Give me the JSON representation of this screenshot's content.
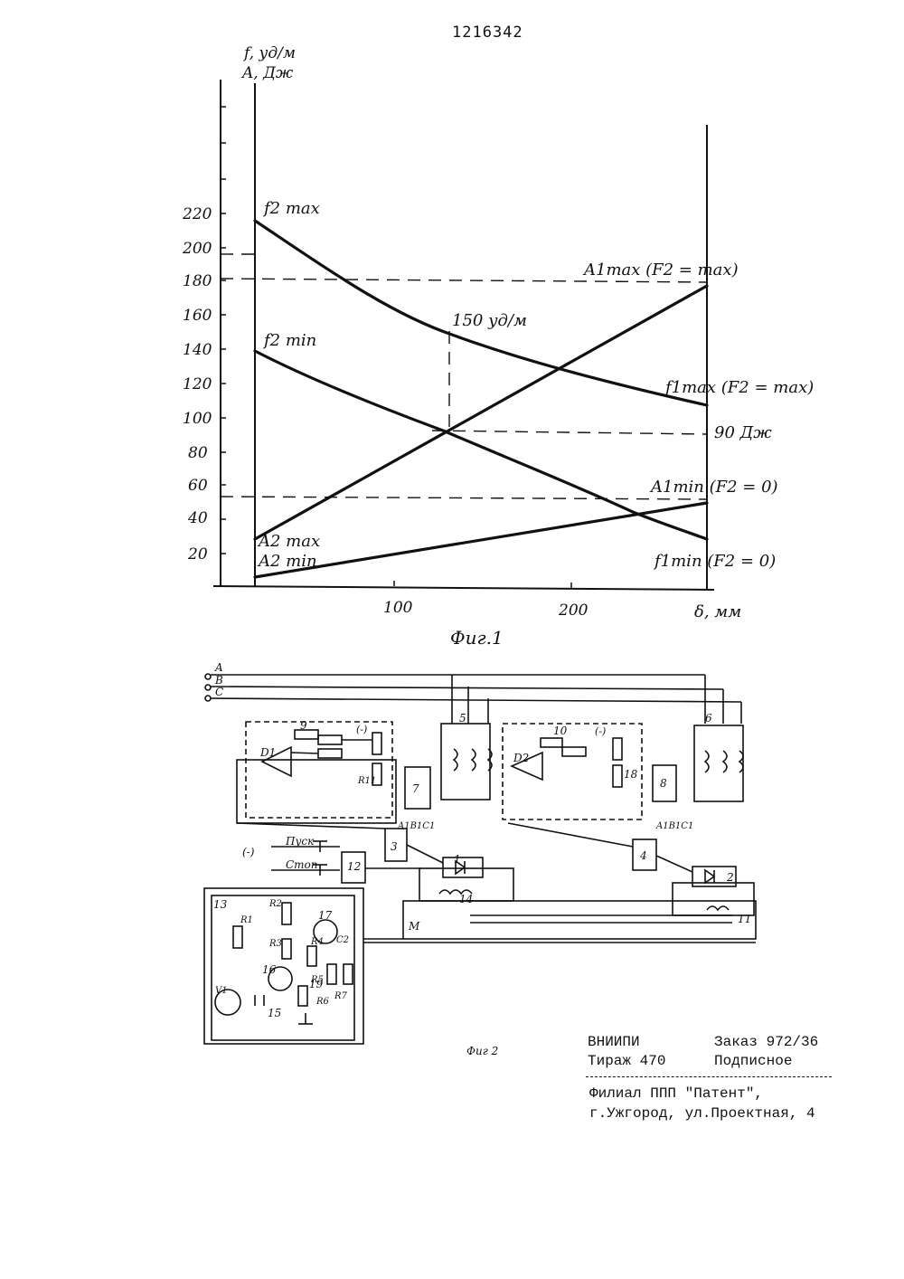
{
  "header": {
    "patent_number": "1216342"
  },
  "figure1": {
    "caption": "Фиг.1",
    "y_axis_label_line1": "f, уд/м",
    "y_axis_label_line2": "A, Дж",
    "x_axis_label": "δ, мм",
    "y_ticks": [
      "220",
      "200",
      "180",
      "160",
      "140",
      "120",
      "100",
      "80",
      "60",
      "40",
      "20"
    ],
    "x_ticks": [
      "100",
      "200"
    ],
    "curve_labels": {
      "f2max": "f2 max",
      "f2min": "f2 min",
      "a2max": "A2 max",
      "a2min": "A2 min",
      "a1max": "A1max (F2 = max)",
      "f1max": "f1max (F2 = max)",
      "a1min": "A1min (F2 = 0)",
      "f1min": "f1min (F2 = 0)"
    },
    "annotations": {
      "rate_150": "150 уд/м",
      "energy_90": "90 Дж"
    }
  },
  "figure2": {
    "caption": "Фиг 2",
    "phase_labels": [
      "A",
      "B",
      "C"
    ],
    "buttons": {
      "start": "Пуск",
      "stop": "Стоп"
    },
    "power_neg": "(-)",
    "block_numbers": [
      "1",
      "2",
      "3",
      "4",
      "5",
      "6",
      "7",
      "8",
      "9",
      "10",
      "11",
      "12",
      "13",
      "14",
      "15",
      "16",
      "17",
      "18",
      "19"
    ],
    "component_labels": [
      "D1",
      "D2",
      "R11",
      "R1",
      "R2",
      "R3",
      "R4",
      "R5",
      "R6",
      "R7",
      "C2",
      "V1",
      "M"
    ],
    "tap_labels": [
      "A1B1C1",
      "A1B1C1"
    ]
  },
  "footer": {
    "org": "ВНИИПИ",
    "order": "Заказ 972/36",
    "circulation": "Тираж 470",
    "subscription": "Подписное",
    "branch": "Филиал ППП \"Патент\",",
    "address": "г.Ужгород, ул.Проектная, 4"
  }
}
